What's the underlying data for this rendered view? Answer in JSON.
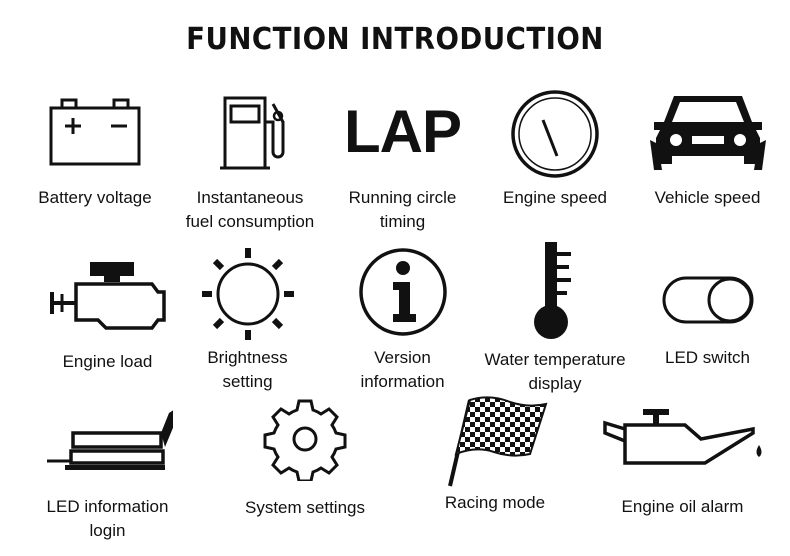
{
  "title": "FUNCTION INTRODUCTION",
  "items": [
    {
      "label": "Battery voltage",
      "icon": "battery-icon"
    },
    {
      "label": "Instantaneous\nfuel consumption",
      "icon": "fuel-pump-icon"
    },
    {
      "label": "Running circle\ntiming",
      "icon": "lap-text-icon",
      "icon_text": "LAP"
    },
    {
      "label": "Engine speed",
      "icon": "gauge-icon"
    },
    {
      "label": "Vehicle speed",
      "icon": "car-front-icon"
    },
    {
      "label": "Engine load",
      "icon": "engine-icon"
    },
    {
      "label": "Brightness\nsetting",
      "icon": "sun-icon"
    },
    {
      "label": "Version\ninformation",
      "icon": "info-icon"
    },
    {
      "label": "Water temperature\ndisplay",
      "icon": "thermometer-icon"
    },
    {
      "label": "LED switch",
      "icon": "toggle-icon"
    },
    {
      "label": "LED information\nlogin",
      "icon": "seat-icon"
    },
    {
      "label": "System settings",
      "icon": "gear-icon"
    },
    {
      "label": "Racing mode",
      "icon": "checkered-flag-icon"
    },
    {
      "label": "Engine oil alarm",
      "icon": "oil-can-icon"
    }
  ]
}
